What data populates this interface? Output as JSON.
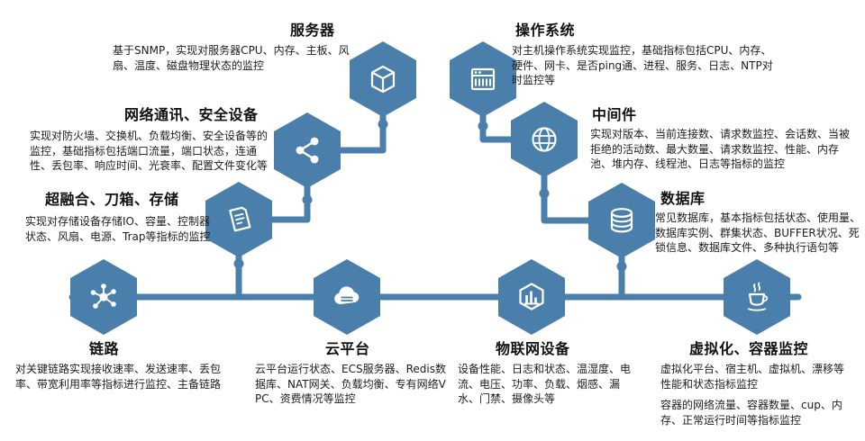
{
  "colors": {
    "accent": "#4a7fab",
    "icon": "#ffffff",
    "title_text": "#111111",
    "body_text": "#1c1c1c"
  },
  "nodes": {
    "server": {
      "title": "服务器",
      "desc": "基于SNMP，实现对服务器CPU、内存、主板、风扇、温度、磁盘物理状态的监控",
      "icon": "cube-icon"
    },
    "os": {
      "title": "操作系统",
      "desc": "对主机操作系统实现监控，基础指标包括CPU、内存、硬件、网卡、是否ping通、进程、服务、日志、NTP对时监控等",
      "icon": "server-rack-icon"
    },
    "network": {
      "title": "网络通讯、安全设备",
      "desc": "实现对防火墙、交换机、负载均衡、安全设备等的监控，基础指标包括端口流量，端口状态，连通性、丢包率、响应时间、光衰率、配置文件变化等",
      "icon": "share-nodes-icon"
    },
    "middleware": {
      "title": "中间件",
      "desc": "实现对版本、当前连接数、请求数监控、会话数、当被拒绝的活动数、最大数量、请求数监控、性能、内存池、堆内存、线程池、日志等指标的监控",
      "icon": "globe-icon"
    },
    "storage": {
      "title": "超融合、刀箱、存储",
      "desc": "实现对存储设备存储IO、容量、控制器状态、风扇、电源、Trap等指标的监控",
      "icon": "scroll-icon"
    },
    "database": {
      "title": "数据库",
      "desc": "常见数据库，基本指标包括状态、使用量、数据库实例、群集状态、BUFFER状况、死锁信息、数据库文件、多种执行语句等",
      "icon": "database-icon"
    },
    "link": {
      "title": "链路",
      "desc": "对关键链路实现接收速率、发送速率、丢包率、带宽利用率等指标进行监控、主备链路",
      "icon": "hub-icon"
    },
    "cloud": {
      "title": "云平台",
      "desc": "云平台运行状态、ECS服务器、Redis数据库、NAT网关、负载均衡、专有网络VPC、资费情况等监控",
      "icon": "cloud-icon"
    },
    "iot": {
      "title": "物联网设备",
      "desc": "设备性能、日志和状态、温湿度、电流、电压、功率、负载、烟感、漏水、门禁、摄像头等",
      "icon": "hexagon-chart-icon"
    },
    "virtualization": {
      "title": "虚拟化、容器监控",
      "desc_platform": "虚拟化平台、宿主机、虚拟机、漂移等性能和状态指标监控",
      "desc_container": "容器的网络流量、容器数量、cup、内存、正常运行时间等指标监控",
      "icon": "java-cup-icon"
    }
  }
}
